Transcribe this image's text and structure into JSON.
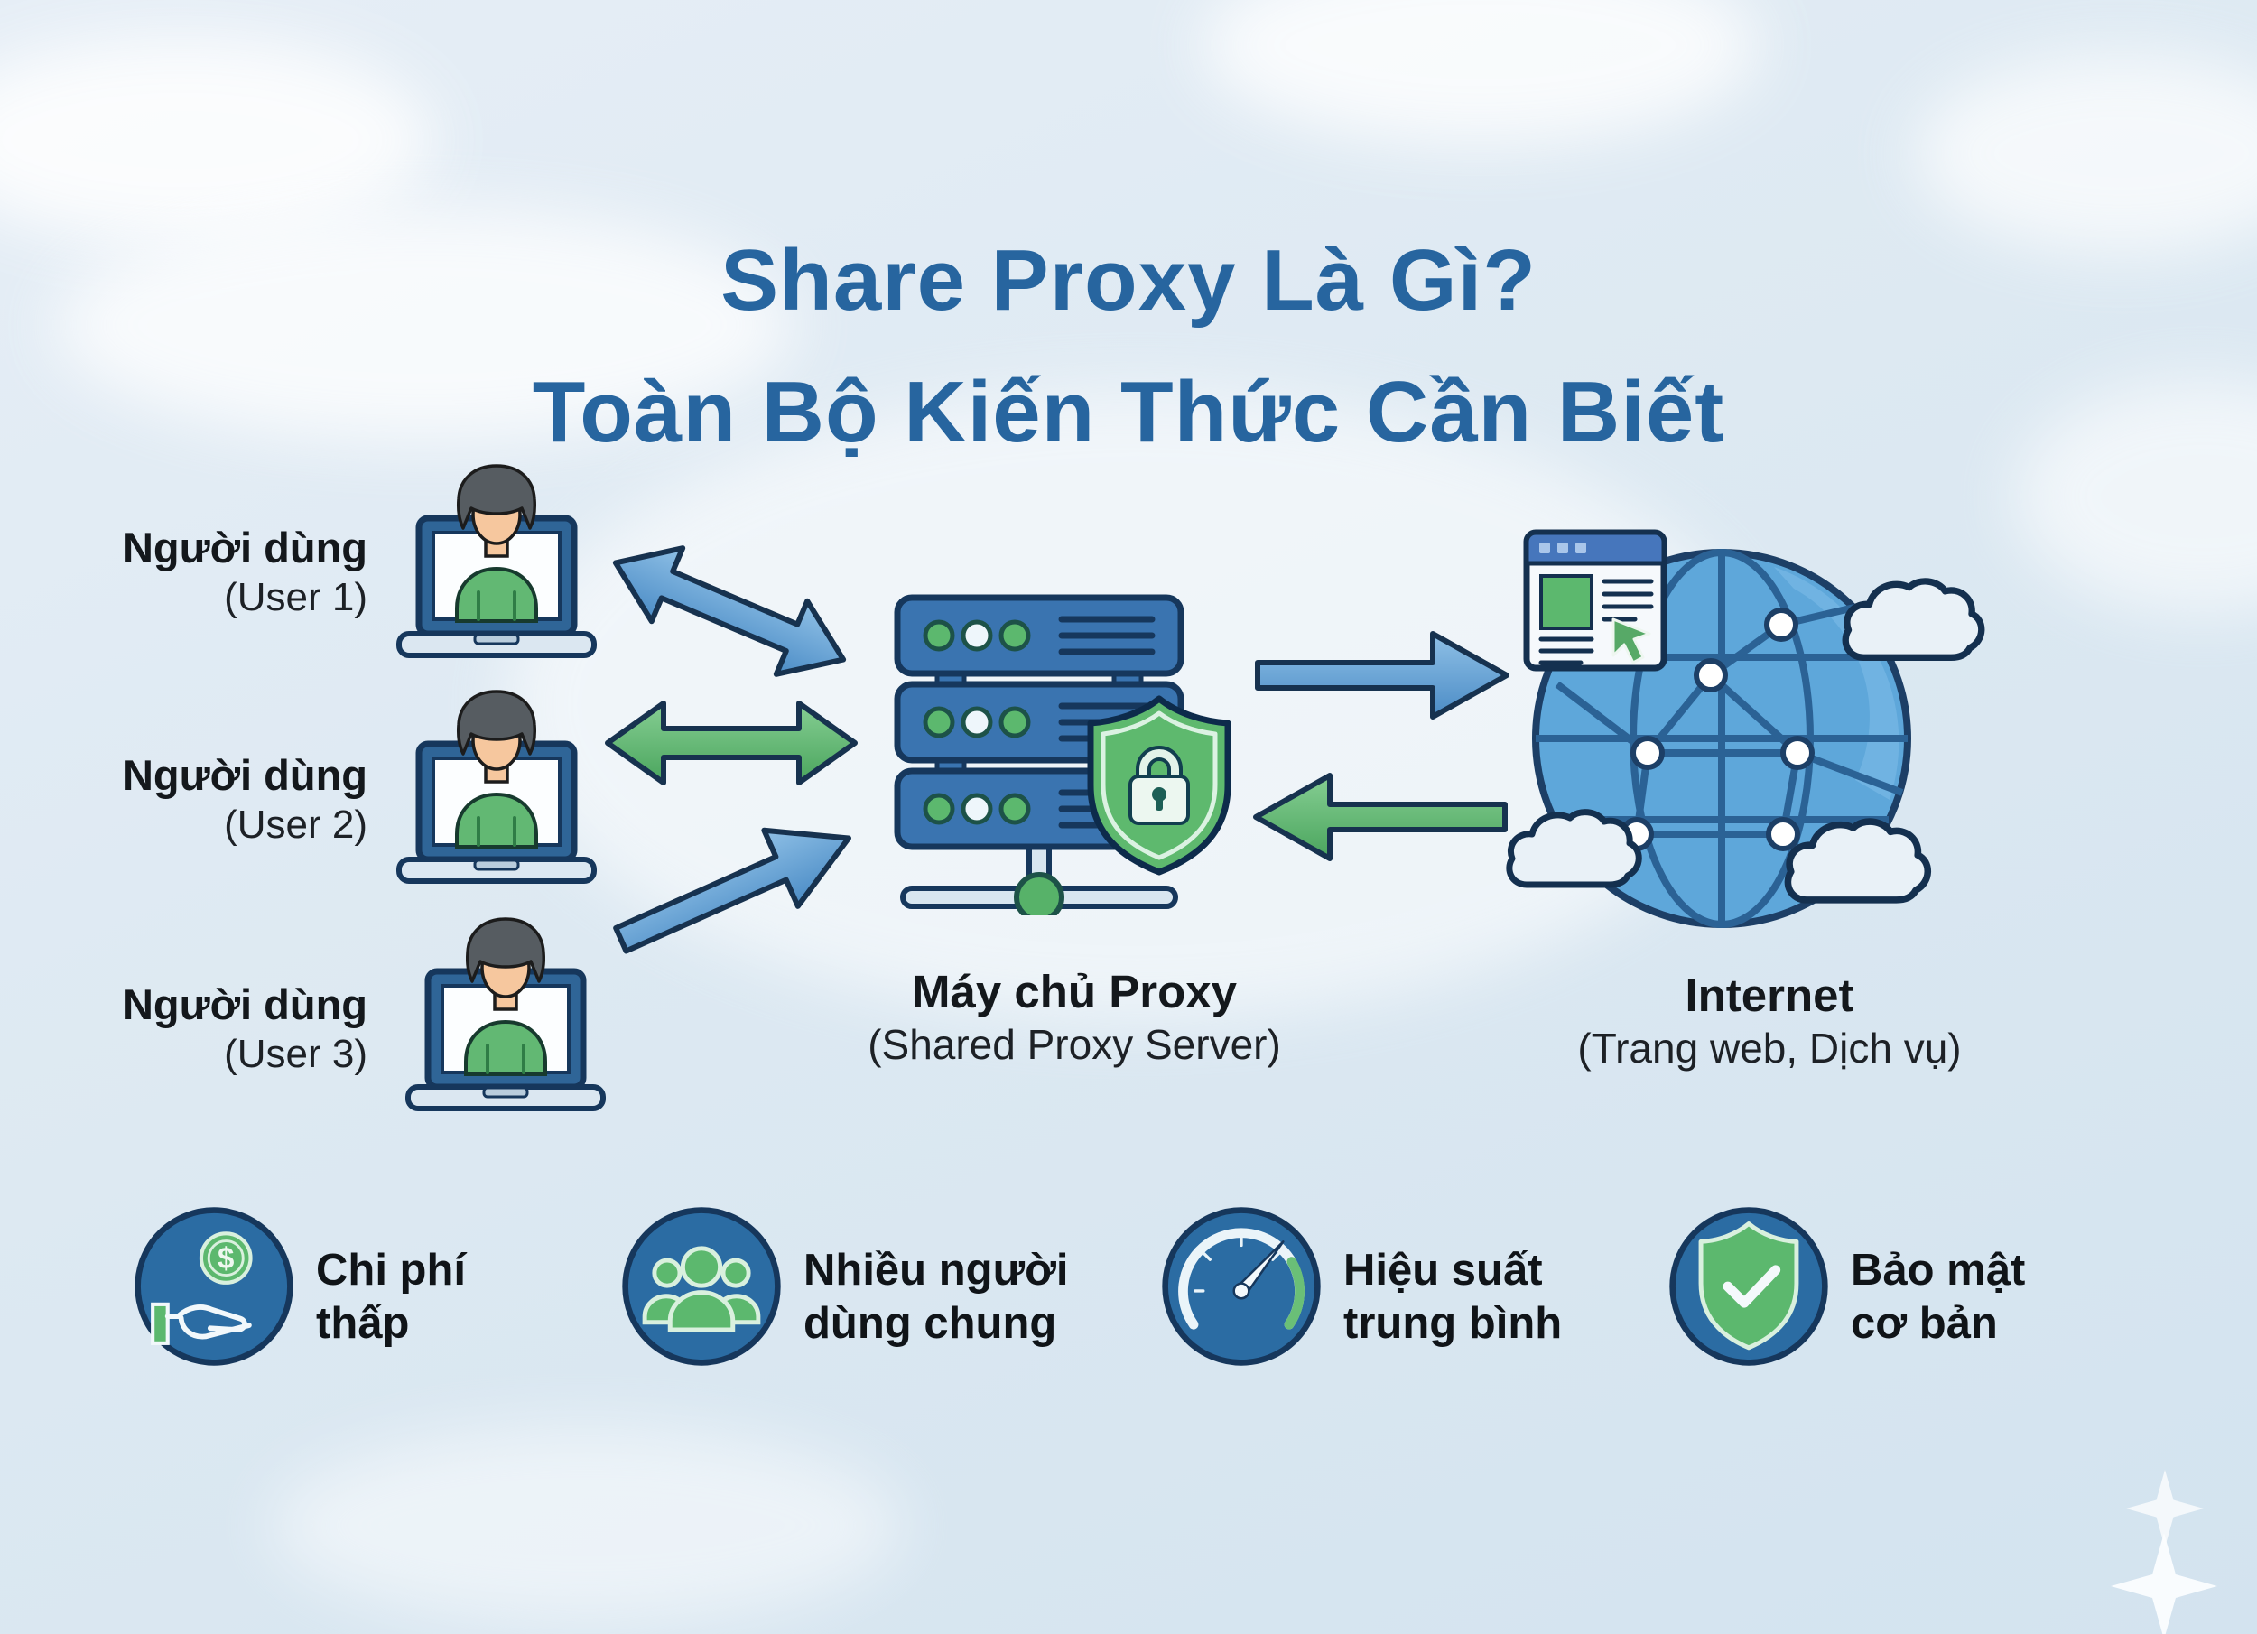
{
  "title": {
    "line1": "Share Proxy Là Gì?",
    "line2": "Toàn Bộ Kiến Thức Cần Biết"
  },
  "users": [
    {
      "name": "Người dùng",
      "sub": "(User 1)"
    },
    {
      "name": "Người dùng",
      "sub": "(User 2)"
    },
    {
      "name": "Người dùng",
      "sub": "(User 3)"
    }
  ],
  "proxy_server": {
    "name": "Máy chủ Proxy",
    "sub": "(Shared Proxy Server)"
  },
  "internet": {
    "name": "Internet",
    "sub": "(Trang web, Dịch vụ)"
  },
  "features": [
    {
      "line1": "Chi phí",
      "line2": "thấp",
      "icon": "hand-coin-icon"
    },
    {
      "line1": "Nhiều người",
      "line2": "dùng chung",
      "icon": "users-group-icon"
    },
    {
      "line1": "Hiệu suất",
      "line2": "trung bình",
      "icon": "gauge-icon"
    },
    {
      "line1": "Bảo mật",
      "line2": "cơ bản",
      "icon": "shield-check-icon"
    }
  ],
  "glyphs": {
    "coin_symbol": "$"
  },
  "colors": {
    "title_blue": "#27659f",
    "text_black": "#14181c",
    "arrow_blue": "#5b9bd0",
    "arrow_green": "#5cb86e",
    "badge_blue": "#2b6ca3",
    "server_blue": "#3a74b0",
    "shield_green": "#5eb96e",
    "globe_blue": "#5ea7da",
    "background": "#dde9f2"
  }
}
